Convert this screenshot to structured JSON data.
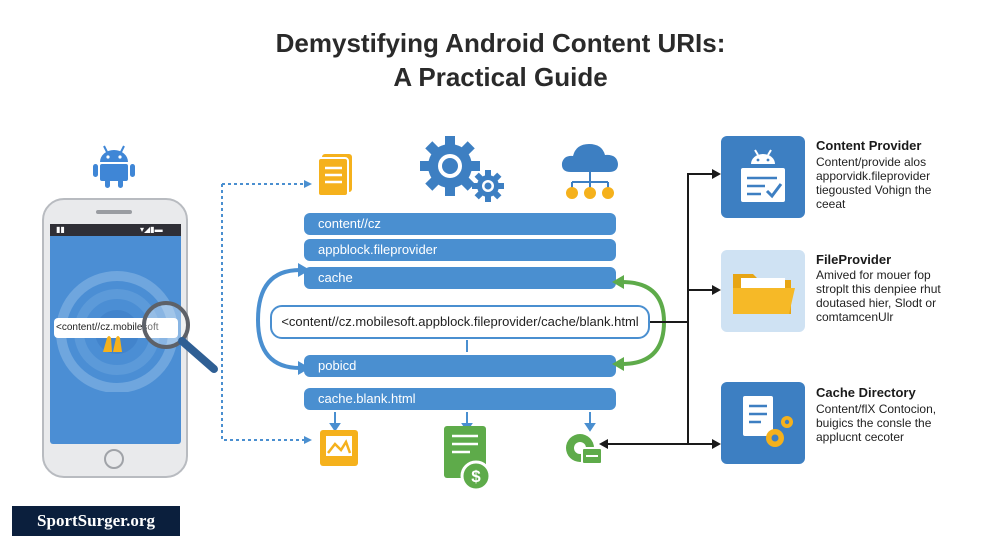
{
  "title": {
    "line1": "Demystifying Android Content URIs:",
    "line2": "A Practical Guide"
  },
  "phone": {
    "uri_text": "<content//cz.mobilesoft"
  },
  "stack": {
    "bars": [
      "content//cz",
      "appblock.fileprovider",
      "cache",
      "pobicd",
      "cache.blank.html"
    ],
    "full_uri": "<content//cz.mobilesoft.appblock.fileprovider/cache/blank.html"
  },
  "cards": [
    {
      "title": "Content Provider",
      "desc": [
        "Content/provide alos",
        "apporvidk.fileprovider",
        "tiegousted Vohign the",
        "ceeat"
      ],
      "icon": "android-document-icon"
    },
    {
      "title": "FileProvider",
      "desc": [
        "Amived for mouer fop",
        "stroplt this denpiee rhut",
        "doutased hier, Slodt or",
        "comtamcenUlr"
      ],
      "icon": "folder-icon"
    },
    {
      "title": "Cache Directory",
      "desc": [
        "Content/flX Contocion,",
        "buigics the consle the",
        "applucnt cecoter"
      ],
      "icon": "document-gear-icon"
    }
  ],
  "colors": {
    "accent_blue": "#4a8fd0",
    "android_blue": "#3f86d6",
    "orange": "#f5b11c",
    "green": "#5eab4a",
    "card_blue": "#3d7fc2",
    "card_light": "#cfe2f3"
  },
  "watermark": "SportSurger.org"
}
